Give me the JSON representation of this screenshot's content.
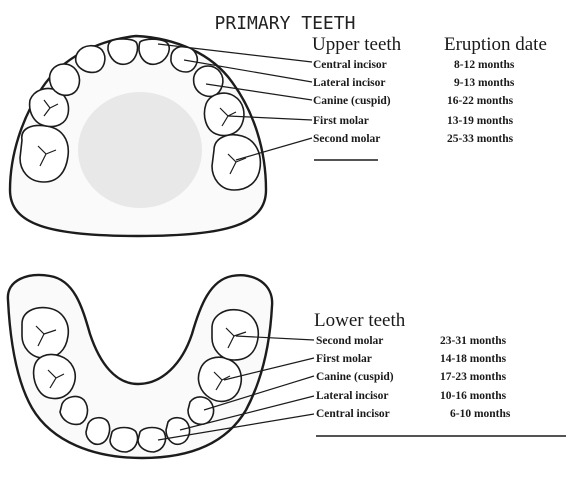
{
  "title": "PRIMARY TEETH",
  "upper": {
    "heading": "Upper teeth",
    "date_heading": "Eruption date",
    "rows": [
      {
        "tooth": "Central incisor",
        "date": "8-12 months"
      },
      {
        "tooth": "Lateral incisor",
        "date": "9-13 months"
      },
      {
        "tooth": "Canine (cuspid)",
        "date": "16-22 months"
      },
      {
        "tooth": "First molar",
        "date": "13-19 months"
      },
      {
        "tooth": "Second molar",
        "date": "25-33 months"
      }
    ]
  },
  "lower": {
    "heading": "Lower teeth",
    "rows": [
      {
        "tooth": "Second molar",
        "date": "23-31 months"
      },
      {
        "tooth": "First molar",
        "date": "14-18 months"
      },
      {
        "tooth": "Canine (cuspid)",
        "date": "17-23 months"
      },
      {
        "tooth": "Lateral incisor",
        "date": "10-16 months"
      },
      {
        "tooth": "Central incisor",
        "date": "6-10 months"
      }
    ]
  }
}
